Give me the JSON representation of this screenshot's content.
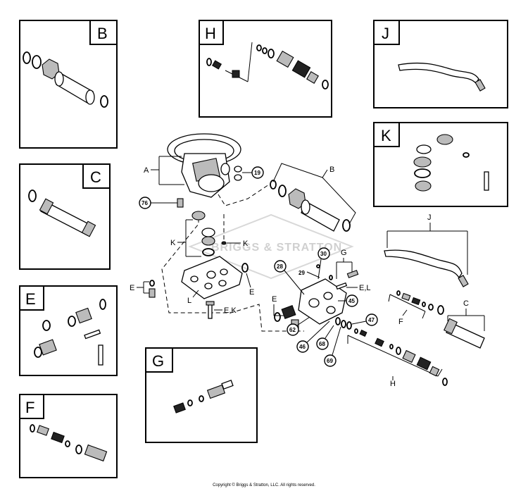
{
  "insets": {
    "B": "B",
    "C": "C",
    "E": "E",
    "F": "F",
    "G": "G",
    "H": "H",
    "J": "J",
    "K": "K"
  },
  "callouts": {
    "A": "A",
    "B": "B",
    "C": "C",
    "E_left": "E",
    "E_right": "E",
    "E_mid": "E",
    "E_K": "E,K",
    "E_L": "E,L",
    "F": "F",
    "G": "G",
    "H": "H",
    "J": "J",
    "K_left": "K",
    "K_right": "K",
    "L": "L"
  },
  "part_numbers": {
    "n19": "19",
    "n76": "76",
    "n30": "30",
    "n28": "28",
    "n29": "29",
    "n45": "45",
    "n47": "47",
    "n62": "62",
    "n46": "46",
    "n68": "68",
    "n69": "69"
  },
  "watermark": "BRIGGS & STRATTON",
  "copyright": "Copyright © Briggs & Stratton, LLC. All rights reserved."
}
